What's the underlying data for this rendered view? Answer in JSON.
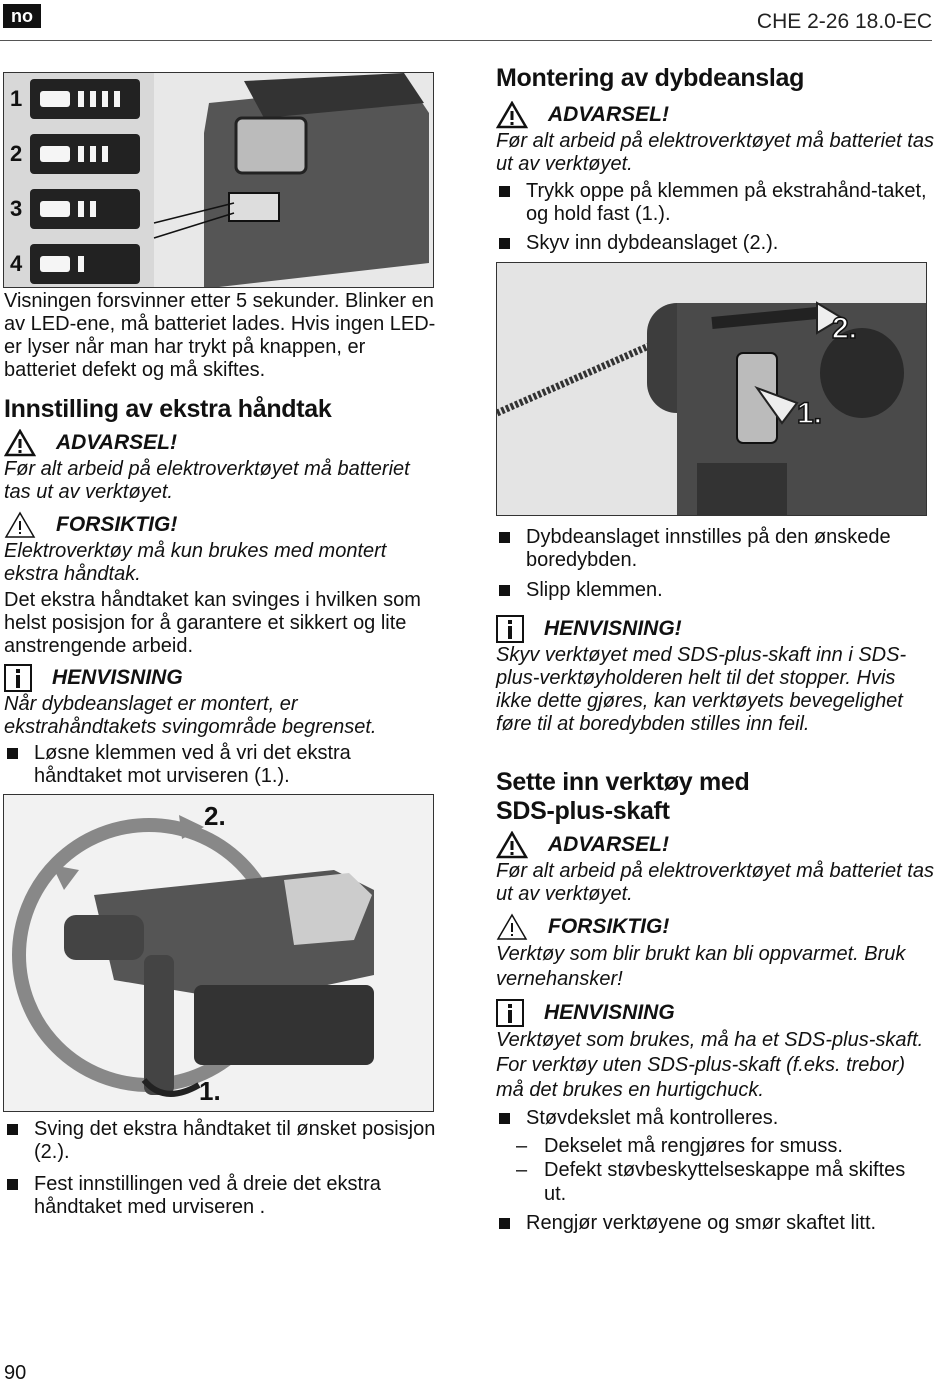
{
  "header": {
    "lang": "no",
    "model": "CHE 2-26 18.0-EC",
    "page_number": "90"
  },
  "left": {
    "figure1_labels": [
      "1",
      "2",
      "3",
      "4"
    ],
    "display_text": "Visningen forsvinner etter 5 sekunder. Blinker en av LED-ene, må batteriet lades. Hvis ingen LED-er lyser når man har trykt på knappen, er batteriet defekt og må skiftes.",
    "section1_title": "Innstilling av ekstra håndtak",
    "warning_label": "ADVARSEL!",
    "warning_text": "Før alt arbeid på elektroverktøyet må batteriet tas ut av verktøyet.",
    "caution_label": "FORSIKTIG!",
    "caution_text": "Elektroverktøy må kun brukes med montert ekstra håndtak.",
    "para": "Det ekstra håndtaket kan svinges i hvilken som helst posisjon for å garantere et sikkert og lite anstrengende arbeid.",
    "note_label": "HENVISNING",
    "note_text": "Når dybdeanslaget er montert, er ekstrahåndtakets svingområde begrenset.",
    "bullet1": "Løsne klemmen ved å vri det ekstra håndtaket mot urviseren (1.).",
    "figure3_labels": [
      "2.",
      "1."
    ],
    "bullet2": "Sving det ekstra håndtaket til ønsket posisjon (2.).",
    "bullet3": "Fest innstillingen ved å dreie det ekstra håndtaket med urviseren ."
  },
  "right": {
    "section2_title": "Montering av dybdeanslag",
    "warning_label": "ADVARSEL!",
    "warning_text": "Før alt arbeid på elektroverktøyet må batteriet tas ut av verktøyet.",
    "bullet1": "Trykk oppe på klemmen på ekstrahånd-taket, og hold fast (1.).",
    "bullet2": "Skyv inn dybdeanslaget (2.).",
    "figure2_labels": [
      "2.",
      "1."
    ],
    "bullet3": "Dybdeanslaget innstilles på den ønskede boredybden.",
    "bullet4": "Slipp klemmen.",
    "note_label": "HENVISNING!",
    "note_text": "Skyv verktøyet med SDS-plus-skaft inn i SDS-plus-verktøyholderen helt til det stopper. Hvis ikke dette gjøres, kan verktøyets bevegelighet føre til at boredybden stilles inn feil.",
    "section3_title": "Sette inn verktøy med SDS-plus-skaft",
    "warning2_label": "ADVARSEL!",
    "warning2_text": "Før alt arbeid på elektroverktøyet må batteriet tas ut av verktøyet.",
    "caution_label": "FORSIKTIG!",
    "caution_text": "Verktøy som blir brukt kan bli oppvarmet. Bruk vernehansker!",
    "note2_label": "HENVISNING",
    "note2_text": "Verktøyet som brukes, må ha et SDS-plus-skaft. For verktøy uten SDS-plus-skaft (f.eks. trebor) må det brukes en hurtigchuck.",
    "bullet5": "Støvdekslet må kontrolleres.",
    "dash1": "Dekselet må rengjøres for smuss.",
    "dash2": "Defekt støvbeskyttelseskappe må skiftes ut.",
    "bullet6": "Rengjør verktøyene og smør skaftet litt."
  }
}
